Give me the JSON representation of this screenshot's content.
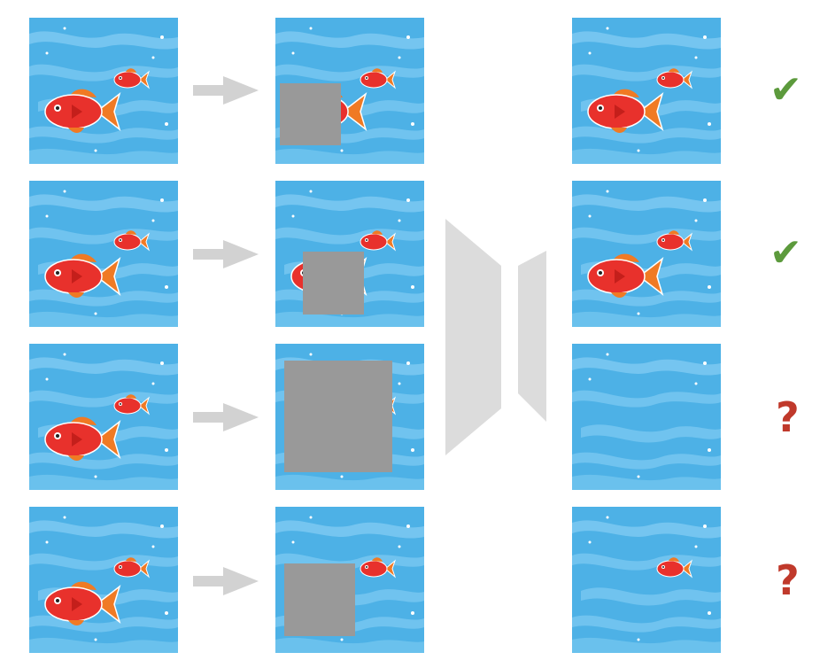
{
  "colors": {
    "water": "#4db1e6",
    "wave_light": "#7fcbf2",
    "fish_big": "#e8312c",
    "fish_fin": "#f07a24",
    "mask": "#999999",
    "arrow": "#d2d2d2",
    "network": "#dcdcdc",
    "check": "#5c9a3c",
    "question": "#c0392b"
  },
  "rows": [
    {
      "output_fish": [
        "big",
        "small"
      ],
      "status": "check",
      "status_symbol": "✔",
      "mask_fraction": "partial-big"
    },
    {
      "output_fish": [
        "big",
        "small"
      ],
      "status": "check",
      "status_symbol": "✔",
      "mask_fraction": "partial-big"
    },
    {
      "output_fish": [],
      "status": "question",
      "status_symbol": "?",
      "mask_fraction": "full"
    },
    {
      "output_fish": [
        "small"
      ],
      "status": "question",
      "status_symbol": "?",
      "mask_fraction": "big-only"
    }
  ],
  "icons": [
    "right-arrow-icon",
    "encoder-shape",
    "decoder-shape",
    "checkmark-icon",
    "question-mark-icon"
  ]
}
